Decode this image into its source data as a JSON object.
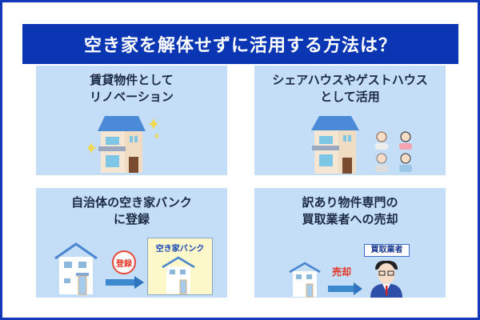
{
  "title": "空き家を解体せずに活用する方法は？",
  "panels": [
    {
      "title_line1": "賃貸物件として",
      "title_line2": "リノベーション"
    },
    {
      "title_line1": "シェアハウスやゲストハウス",
      "title_line2": "として活用"
    },
    {
      "title_line1": "自治体の空き家バンク",
      "title_line2": "に登録",
      "bank_label": "空き家バンク",
      "badge": "登録"
    },
    {
      "title_line1": "訳あり物件専門の",
      "title_line2": "買取業者への売却",
      "action": "売却",
      "buyer_label": "買取業者"
    }
  ],
  "colors": {
    "border": "#1338b8",
    "title_bg": "#0a36b4",
    "panel_bg": "#c3def6",
    "accent_red": "#e53424"
  }
}
